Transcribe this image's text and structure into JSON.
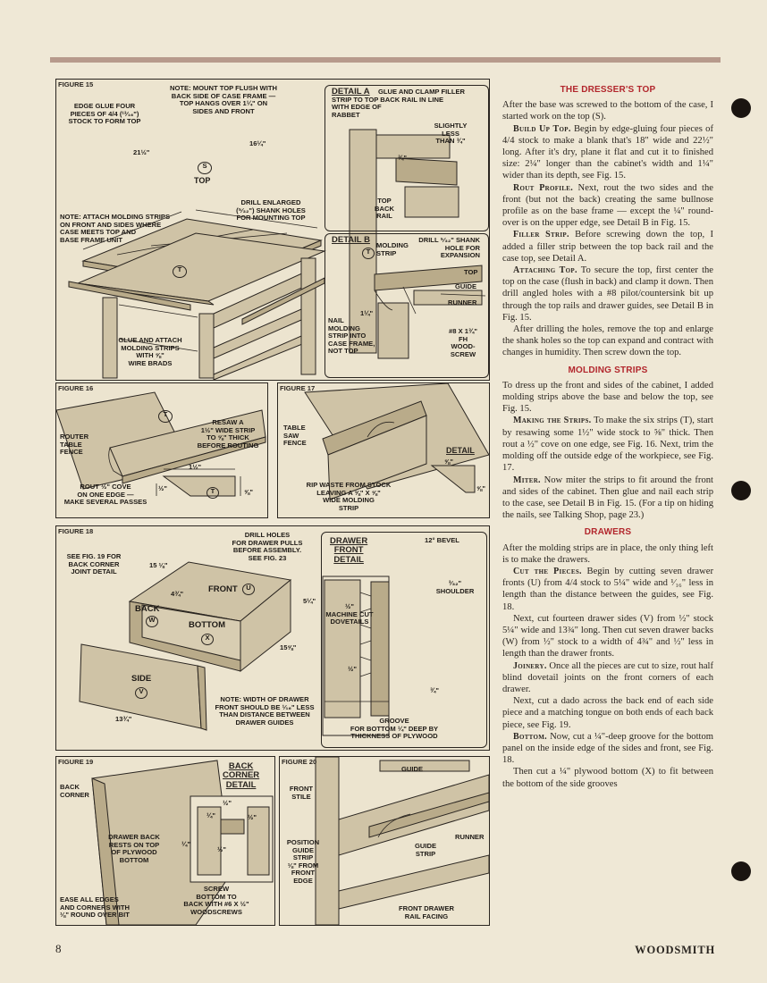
{
  "page": {
    "folio": "8",
    "brand": "WOODSMITH"
  },
  "figures": {
    "fig15": {
      "title": "FIGURE 15",
      "note_top": "NOTE: MOUNT TOP FLUSH WITH\nBACK SIDE OF CASE FRAME —\nTOP HANGS OVER 1¼\" ON\nSIDES AND FRONT",
      "edge_glue": "EDGE GLUE FOUR\nPIECES OF 4/4 (¹³⁄₁₆\")\nSTOCK TO FORM TOP",
      "dim_a": "21½\"",
      "dim_b": "16¼\"",
      "part_s": "S",
      "top": "TOP",
      "drill": "DRILL ENLARGED\n(⁵⁄₃₂\") SHANK HOLES\nFOR MOUNTING TOP",
      "note_attach": "NOTE: ATTACH MOLDING STRIPS\nON FRONT AND SIDES WHERE\nCASE MEETS TOP AND\nBASE FRAME UNIT",
      "part_t": "T",
      "glue_attach": "GLUE AND ATTACH\nMOLDING STRIPS\nWITH ⅝\"\nWIRE BRADS",
      "detail_a_title": "DETAIL A",
      "detail_a_text": "GLUE AND CLAMP FILLER\nSTRIP TO TOP BACK RAIL IN LINE\nWITH EDGE OF\nRABBET",
      "slightly": "SLIGHTLY\nLESS\nTHAN ¾\"",
      "dim_34": "¾\"",
      "top_back_rail": "TOP\nBACK\nRAIL",
      "detail_b_title": "DETAIL B",
      "molding_strip": "MOLDING\nSTRIP",
      "drill_shank": "DRILL ⁵⁄₃₂\" SHANK\nHOLE FOR\nEXPANSION",
      "b_top": "TOP",
      "b_guide": "GUIDE",
      "b_runner": "RUNNER",
      "nail": "NAIL\nMOLDING\nSTRIP INTO\nCASE FRAME,\nNOT TOP",
      "dim_114": "1¼\"",
      "screw": "#8 x 1¾\"\nFh\nWOOD-\nSCREW"
    },
    "fig16": {
      "title": "FIGURE 16",
      "part_t": "T",
      "router": "ROUTER\nTABLE\nFENCE",
      "resaw": "RESAW A\n1½\" WIDE STRIP\nTO ⅝\" THICK\nBEFORE ROUTING",
      "dim_112": "1½\"",
      "rout": "ROUT ½\" COVE\nON ONE EDGE —\nMAKE SEVERAL PASSES",
      "dim_12": "½\"",
      "dim_58": "⅝\""
    },
    "fig17": {
      "title": "FIGURE 17",
      "table_saw": "TABLE\nSAW\nFENCE",
      "detail": "DETAIL",
      "dim_58": "⅝\"",
      "rip": "RIP WASTE FROM STOCK\nLEAVING A ⅝\" x ⅝\"\nWIDE MOLDING\nSTRIP"
    },
    "fig18": {
      "title": "FIGURE 18",
      "see_fig": "SEE FIG. 19 FOR\nBACK CORNER\nJOINT DETAIL",
      "drill_holes": "DRILL HOLES\nFOR DRAWER PULLS\nBEFORE ASSEMBLY.\nSEE FIG. 23",
      "dim_15": "15 ⅛\"",
      "dim_434": "4¾\"",
      "front": "FRONT",
      "part_u": "U",
      "dim_514": "5¼\"",
      "back": "BACK",
      "part_w": "W",
      "bottom": "BOTTOM",
      "part_x": "X",
      "dim_1558": "15⅝\"",
      "side": "SIDE",
      "part_v": "V",
      "dim_1334": "13¾\"",
      "note_width": "NOTE: WIDTH OF DRAWER\nFRONT SHOULD BE ¹⁄₁₆\" LESS\nTHAN DISTANCE BETWEEN\nDRAWER GUIDES",
      "dff_title": "DRAWER\nFRONT\nDETAIL",
      "bevel": "12° BEVEL",
      "shoulder": "³⁄₃₂\"\nSHOULDER",
      "machine_cut": "½\"\nMACHINE CUT\nDOVETAILS",
      "dim_half": "½\"",
      "dim_34": "¾\"",
      "groove": "GROOVE\nFOR BOTTOM ¼\" DEEP BY\nTHICKNESS OF PLYWOOD"
    },
    "fig19": {
      "title": "FIGURE 19",
      "back_corner": "BACK\nCORNER",
      "bc_detail": "BACK\nCORNER\nDETAIL",
      "dim_a": "½\"",
      "dim_b": "¼\"",
      "dim_c": "½\"",
      "dim_d": "¼\"",
      "dim_e": "½\"",
      "drawer_back": "DRAWER BACK\nRESTS ON TOP\nOF PLYWOOD\nBOTTOM",
      "ease": "EASE ALL EDGES\nAND CORNERS WITH\n⅛\" ROUND OVER BIT",
      "screw": "SCREW\nBOTTOM TO\nBACK WITH #6 x ½\"\nWOODSCREWS"
    },
    "fig20": {
      "title": "FIGURE 20",
      "front_stile": "FRONT\nSTILE",
      "guide": "GUIDE",
      "runner": "RUNNER",
      "position": "POSITION\nGUIDE STRIP\n⅛\" FROM\nFRONT\nEDGE",
      "guide_strip": "GUIDE\nSTRIP",
      "front_drawer": "FRONT DRAWER\nRAIL FACING"
    }
  },
  "article": {
    "h1": "THE DRESSER'S TOP",
    "p1": "After the base was screwed to the bottom of the case, I started work on the top (S).",
    "lead2": "Build Up Top.",
    "p2": " Begin by edge-gluing four pieces of 4/4 stock to make a blank that's 18\" wide and 22½\" long. After it's dry, plane it flat and cut it to finished size: 2¼\" longer than the cabinet's width and 1¼\" wider than its depth, see Fig. 15.",
    "lead3": "Rout Profile.",
    "p3": " Next, rout the two sides and the front (but not the back) creating the same bullnose profile as on the base frame — except the ¼\" round-over is on the upper edge, see Detail B in Fig. 15.",
    "lead4": "Filler Strip.",
    "p4": " Before screwing down the top, I added a filler strip between the top back rail and the case top, see Detail A.",
    "lead5": "Attaching Top.",
    "p5": " To secure the top, first center the top on the case (flush in back) and clamp it down. Then drill angled holes with a #8 pilot/countersink bit up through the top rails and drawer guides, see Detail B in Fig. 15.",
    "p6": "After drilling the holes, remove the top and enlarge the shank holes so the top can expand and contract with changes in humidity. Then screw down the top.",
    "h2": "MOLDING STRIPS",
    "p7": "To dress up the front and sides of the cabinet, I added molding strips above the base and below the top, see Fig. 15.",
    "lead8": "Making the Strips.",
    "p8": " To make the six strips (T), start by resawing some 1½\" wide stock to ⅝\" thick. Then rout a ½\" cove on one edge, see Fig. 16. Next, trim the molding off the outside edge of the workpiece, see Fig. 17.",
    "lead9": "Miter.",
    "p9": " Now miter the strips to fit around the front and sides of the cabinet. Then glue and nail each strip to the case, see Detail B in Fig. 15. (For a tip on hiding the nails, see Talking Shop, page 23.)",
    "h3": "DRAWERS",
    "p10": "After the molding strips are in place, the only thing left is to make the drawers.",
    "lead11": "Cut the Pieces.",
    "p11": " Begin by cutting seven drawer fronts (U) from 4/4 stock to 5¼\" wide and ¹⁄₁₆\" less in length than the distance between the guides, see Fig. 18.",
    "p12": "Next, cut fourteen drawer sides (V) from ½\" stock 5¼\" wide and 13¾\" long. Then cut seven drawer backs (W) from ½\" stock to a width of 4¾\" and ½\" less in length than the drawer fronts.",
    "lead13": "Joinery.",
    "p13": " Once all the pieces are cut to size, rout half blind dovetail joints on the front corners of each drawer.",
    "p14": "Next, cut a dado across the back end of each side piece and a matching tongue on both ends of each back piece, see Fig. 19.",
    "lead15": "Bottom.",
    "p15": " Now, cut a ¼\"-deep groove for the bottom panel on the inside edge of the sides and front, see Fig. 18.",
    "p16": "Then cut a ¼\" plywood bottom (X) to fit between the bottom of the side grooves"
  }
}
